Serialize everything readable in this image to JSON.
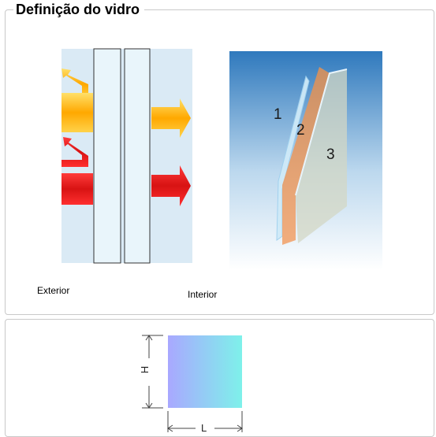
{
  "group_definition": {
    "title": "Definição do vidro",
    "labels": {
      "exterior": "Exterior",
      "interior": "Interior"
    },
    "layer_numbers": [
      "1",
      "2",
      "3"
    ]
  },
  "group_dimensions": {
    "height_label": "H",
    "width_label": "L"
  }
}
